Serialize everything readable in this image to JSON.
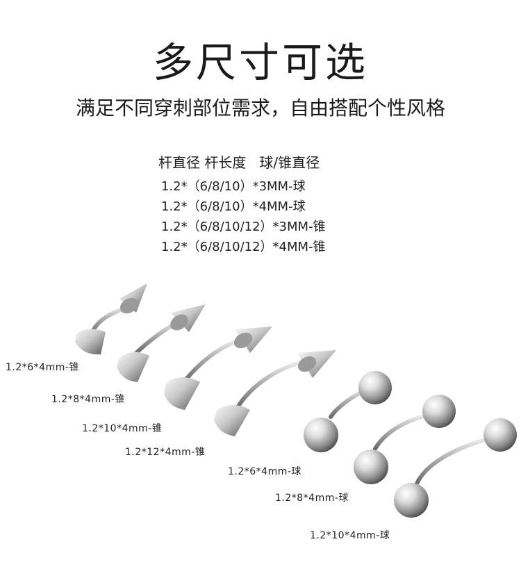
{
  "header": {
    "title": "多尺寸可选",
    "subtitle": "满足不同穿刺部位需求，自由搭配个性风格"
  },
  "specs": {
    "header": "杆直径 杆长度   球/锥直径",
    "lines": [
      "1.2*（6/8/10）*3MM-球",
      "1.2*（6/8/10）*4MM-球",
      "1.2*（6/8/10/12）*3MM-锥",
      "1.2*（6/8/10/12）*4MM-锥"
    ]
  },
  "products": {
    "labels": [
      "1.2*6*4mm-锥",
      "1.2*8*4mm-锥",
      "1.2*10*4mm-锥",
      "1.2*12*4mm-锥",
      "1.2*6*4mm-球",
      "1.2*8*4mm-球",
      "1.2*10*4mm-球"
    ]
  },
  "colors": {
    "metal_light": "#f4f4f4",
    "metal_mid": "#b8b8b8",
    "metal_dark": "#5a5a5a"
  }
}
